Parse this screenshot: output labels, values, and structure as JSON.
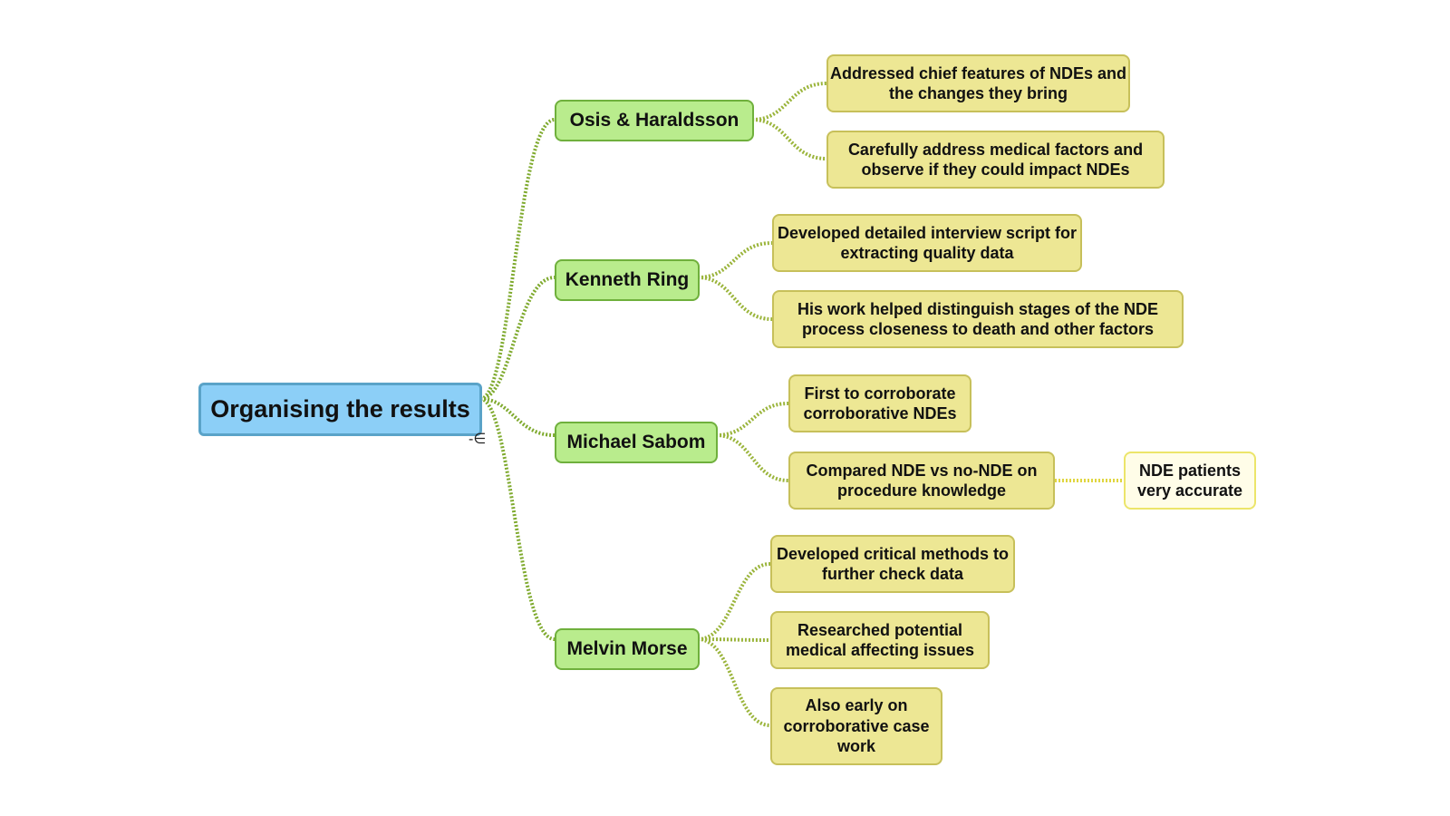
{
  "mindmap": {
    "root": {
      "label": "Organising the results",
      "collapse_symbol": "-∈"
    },
    "branches": [
      {
        "label": "Osis & Haraldsson",
        "children": [
          {
            "label": "Addressed chief features of NDEs and the changes they bring"
          },
          {
            "label": "Carefully address medical factors and observe if they could impact NDEs"
          }
        ]
      },
      {
        "label": "Kenneth Ring",
        "children": [
          {
            "label": "Developed detailed interview script for extracting quality data"
          },
          {
            "label": "His work helped distinguish stages of the NDE process closeness to death and other factors"
          }
        ]
      },
      {
        "label": "Michael Sabom",
        "children": [
          {
            "label": "First to corroborate corroborative NDEs"
          },
          {
            "label": "Compared NDE vs no-NDE on procedure knowledge",
            "children": [
              {
                "label": "NDE patients very accurate"
              }
            ]
          }
        ]
      },
      {
        "label": "Melvin Morse",
        "children": [
          {
            "label": "Developed critical methods to further check data"
          },
          {
            "label": "Researched potential medical affecting issues"
          },
          {
            "label": "Also early on corroborative case work"
          }
        ]
      }
    ],
    "colors": {
      "root": "#8ccff7",
      "branch": "#b9ec8d",
      "leaf": "#ede794",
      "branch_link": "#7faa2e",
      "leaf_link": "#b5b82e",
      "subleaf_link": "#e0d640"
    }
  }
}
